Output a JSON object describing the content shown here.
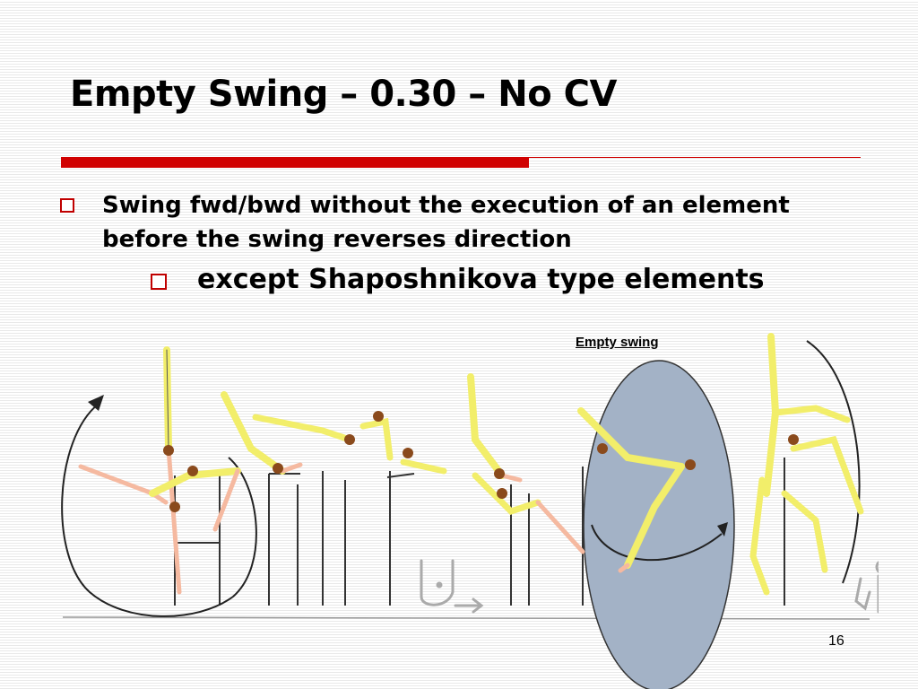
{
  "slide": {
    "title": "Empty Swing – 0.30 – No CV",
    "bullets": [
      {
        "text": "Swing fwd/bwd without the execution of an element before the swing reverses direction"
      },
      {
        "text": "except Shaposhnikova type elements"
      }
    ],
    "callout_label": "Empty swing",
    "page_number": "16"
  },
  "colors": {
    "accent": "#d00000",
    "ellipse_fill": "#a3b2c6",
    "gymnast_suit": "#f2ee6a",
    "skin": "#f5b9a0",
    "hair": "#8a4a1c"
  },
  "icons": [
    "bullet-square-icon",
    "bullet-square-icon"
  ]
}
